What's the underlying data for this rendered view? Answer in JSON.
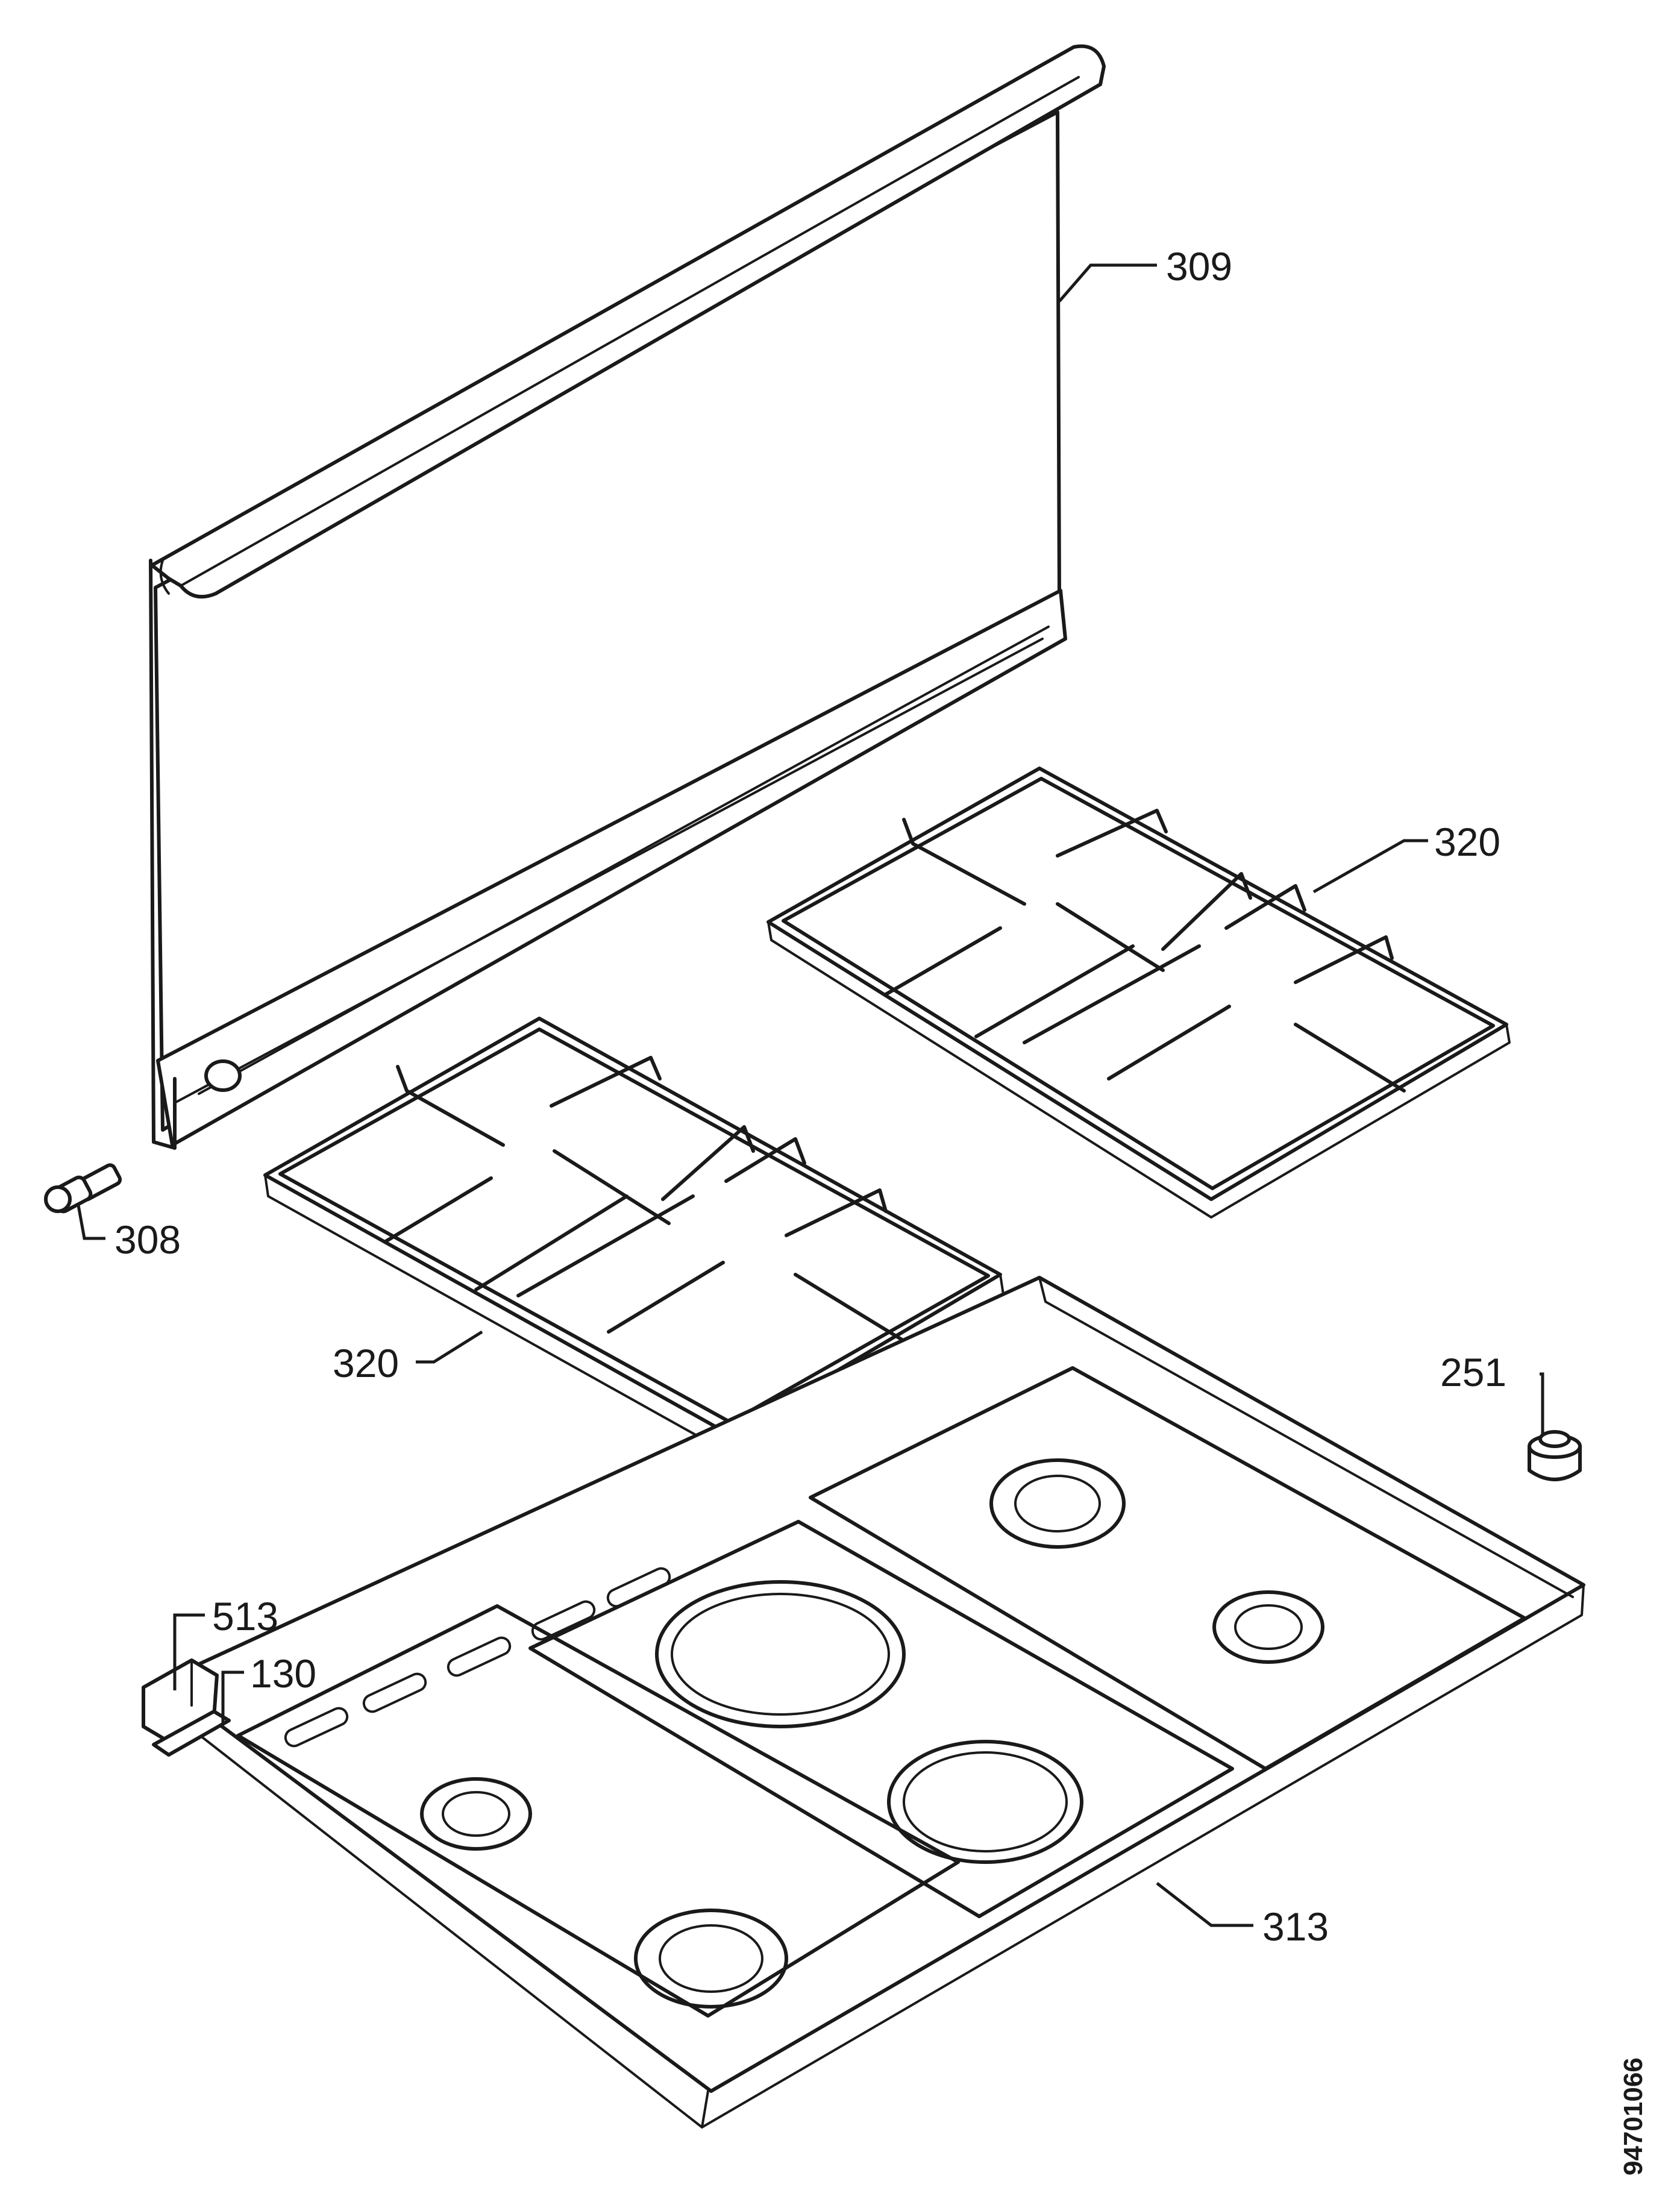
{
  "callouts": {
    "glass_lid": "309",
    "hinge": "308",
    "pan_support_right": "320",
    "pan_support_left": "320",
    "knob": "251",
    "hob_top": "313",
    "clip": "513",
    "bracket": "130"
  },
  "document_number": "94701066"
}
